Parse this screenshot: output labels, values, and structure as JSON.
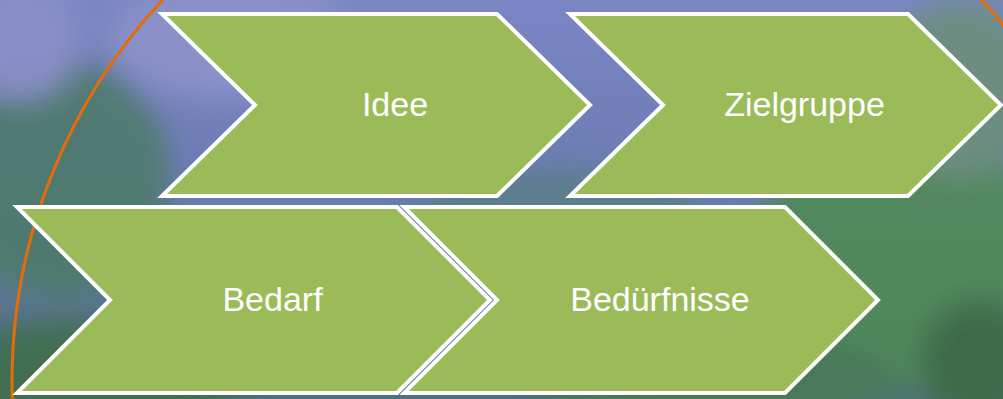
{
  "diagram": {
    "nodes": [
      {
        "text": [
          "Idee"
        ]
      },
      {
        "text": [
          "Zielgruppe"
        ]
      },
      {
        "text": [
          "Bedarf"
        ]
      },
      {
        "text": [
          "Bedürfnisse"
        ]
      }
    ]
  }
}
